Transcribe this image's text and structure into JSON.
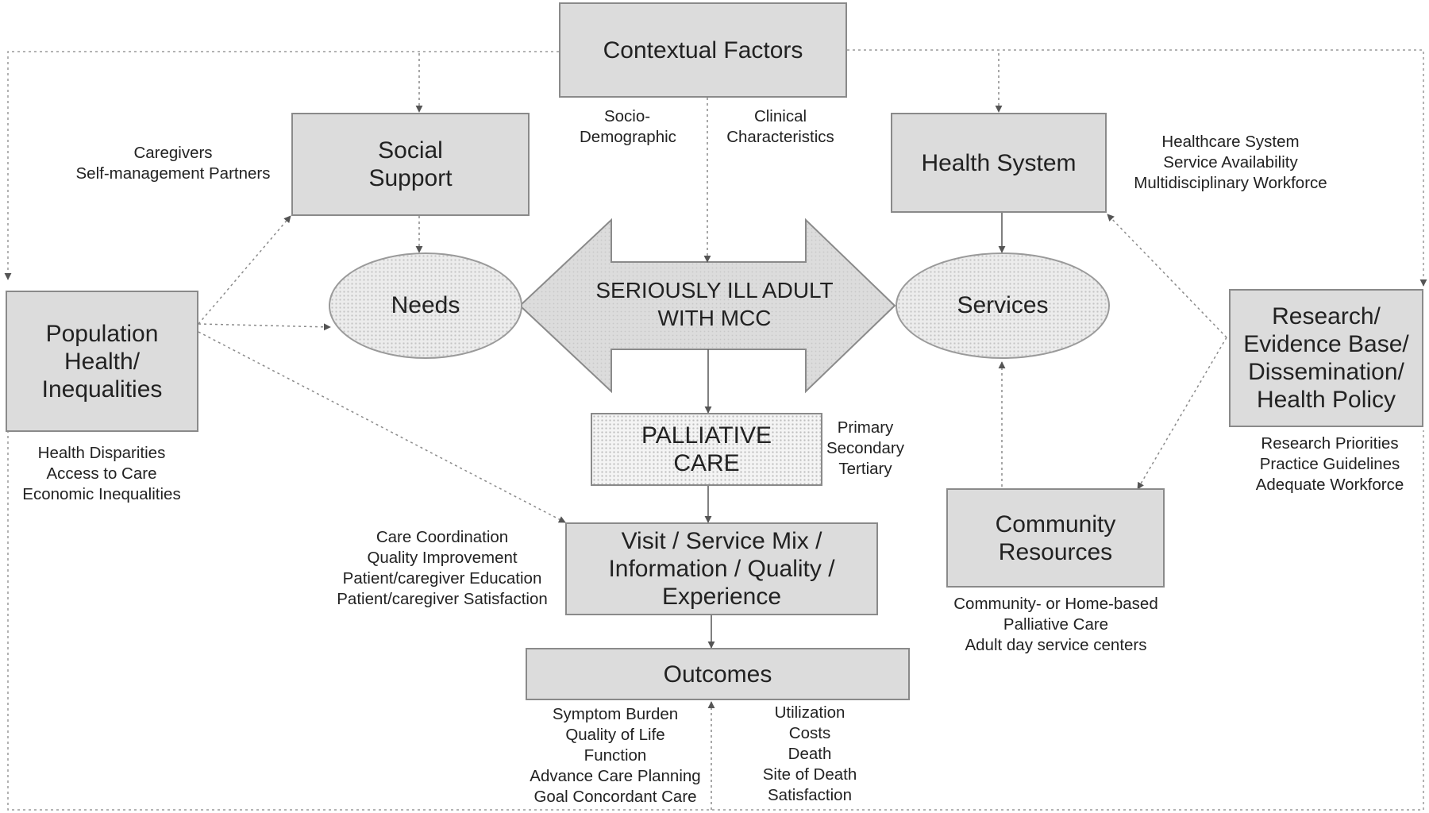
{
  "nodes": {
    "contextual_factors": {
      "label": "Contextual Factors"
    },
    "social_support": {
      "lines": [
        "Social",
        "Support"
      ]
    },
    "health_system": {
      "label": "Health System"
    },
    "needs": {
      "label": "Needs"
    },
    "services": {
      "label": "Services"
    },
    "patient": {
      "lines": [
        "SERIOUSLY ILL ADULT",
        "WITH MCC"
      ]
    },
    "population_health": {
      "lines": [
        "Population",
        "Health/",
        "Inequalities"
      ]
    },
    "research": {
      "lines": [
        "Research/",
        "Evidence Base/",
        "Dissemination/",
        "Health Policy"
      ]
    },
    "palliative_care": {
      "lines": [
        "PALLIATIVE",
        "CARE"
      ]
    },
    "visit_mix": {
      "lines": [
        "Visit /  Service Mix /",
        "Information / Quality /",
        "Experience"
      ]
    },
    "community_resources": {
      "lines": [
        "Community",
        "Resources"
      ]
    },
    "outcomes": {
      "label": "Outcomes"
    }
  },
  "annotations": {
    "socio_demographic": [
      "Socio-",
      "Demographic"
    ],
    "clinical_characteristics": [
      "Clinical",
      "Characteristics"
    ],
    "caregivers": [
      "Caregivers",
      "Self-management Partners"
    ],
    "health_system_notes": [
      "Healthcare System",
      "Service Availability",
      "Multidisciplinary Workforce"
    ],
    "population_notes": [
      "Health Disparities",
      "Access to Care",
      "Economic Inequalities"
    ],
    "research_notes": [
      "Research Priorities",
      "Practice Guidelines",
      "Adequate Workforce"
    ],
    "care_levels": [
      "Primary",
      "Secondary",
      "Tertiary"
    ],
    "care_process": [
      "Care Coordination",
      "Quality Improvement",
      "Patient/caregiver Education",
      "Patient/caregiver Satisfaction"
    ],
    "community_notes": [
      "Community- or Home-based",
      "Palliative Care",
      "Adult day service centers"
    ],
    "patient_outcomes": [
      "Symptom Burden",
      "Quality of Life",
      "Function",
      "Advance Care Planning",
      "Goal Concordant Care"
    ],
    "system_outcomes": [
      "Utilization",
      "Costs",
      "Death",
      "Site of Death",
      "Satisfaction"
    ]
  }
}
